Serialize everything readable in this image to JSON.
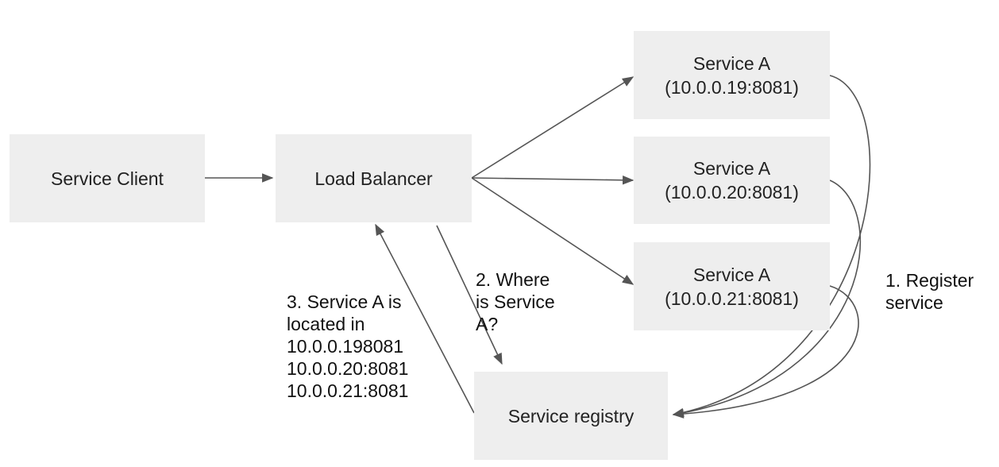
{
  "nodes": {
    "service_client": {
      "label": "Service Client"
    },
    "load_balancer": {
      "label": "Load Balancer"
    },
    "service_a_1": {
      "name": "Service A",
      "address": "(10.0.0.19:8081)"
    },
    "service_a_2": {
      "name": "Service A",
      "address": "(10.0.0.20:8081)"
    },
    "service_a_3": {
      "name": "Service A",
      "address": "(10.0.0.21:8081)"
    },
    "service_registry": {
      "label": "Service registry"
    }
  },
  "labels": {
    "register": [
      "1. Register",
      "service"
    ],
    "where": [
      "2. Where",
      "is Service",
      "A?"
    ],
    "located": [
      "3. Service A is",
      "located in",
      "10.0.0.198081",
      "10.0.0.20:8081",
      "10.0.0.21:8081"
    ]
  },
  "colors": {
    "node_fill": "#eeeeee",
    "edge": "#555555"
  }
}
